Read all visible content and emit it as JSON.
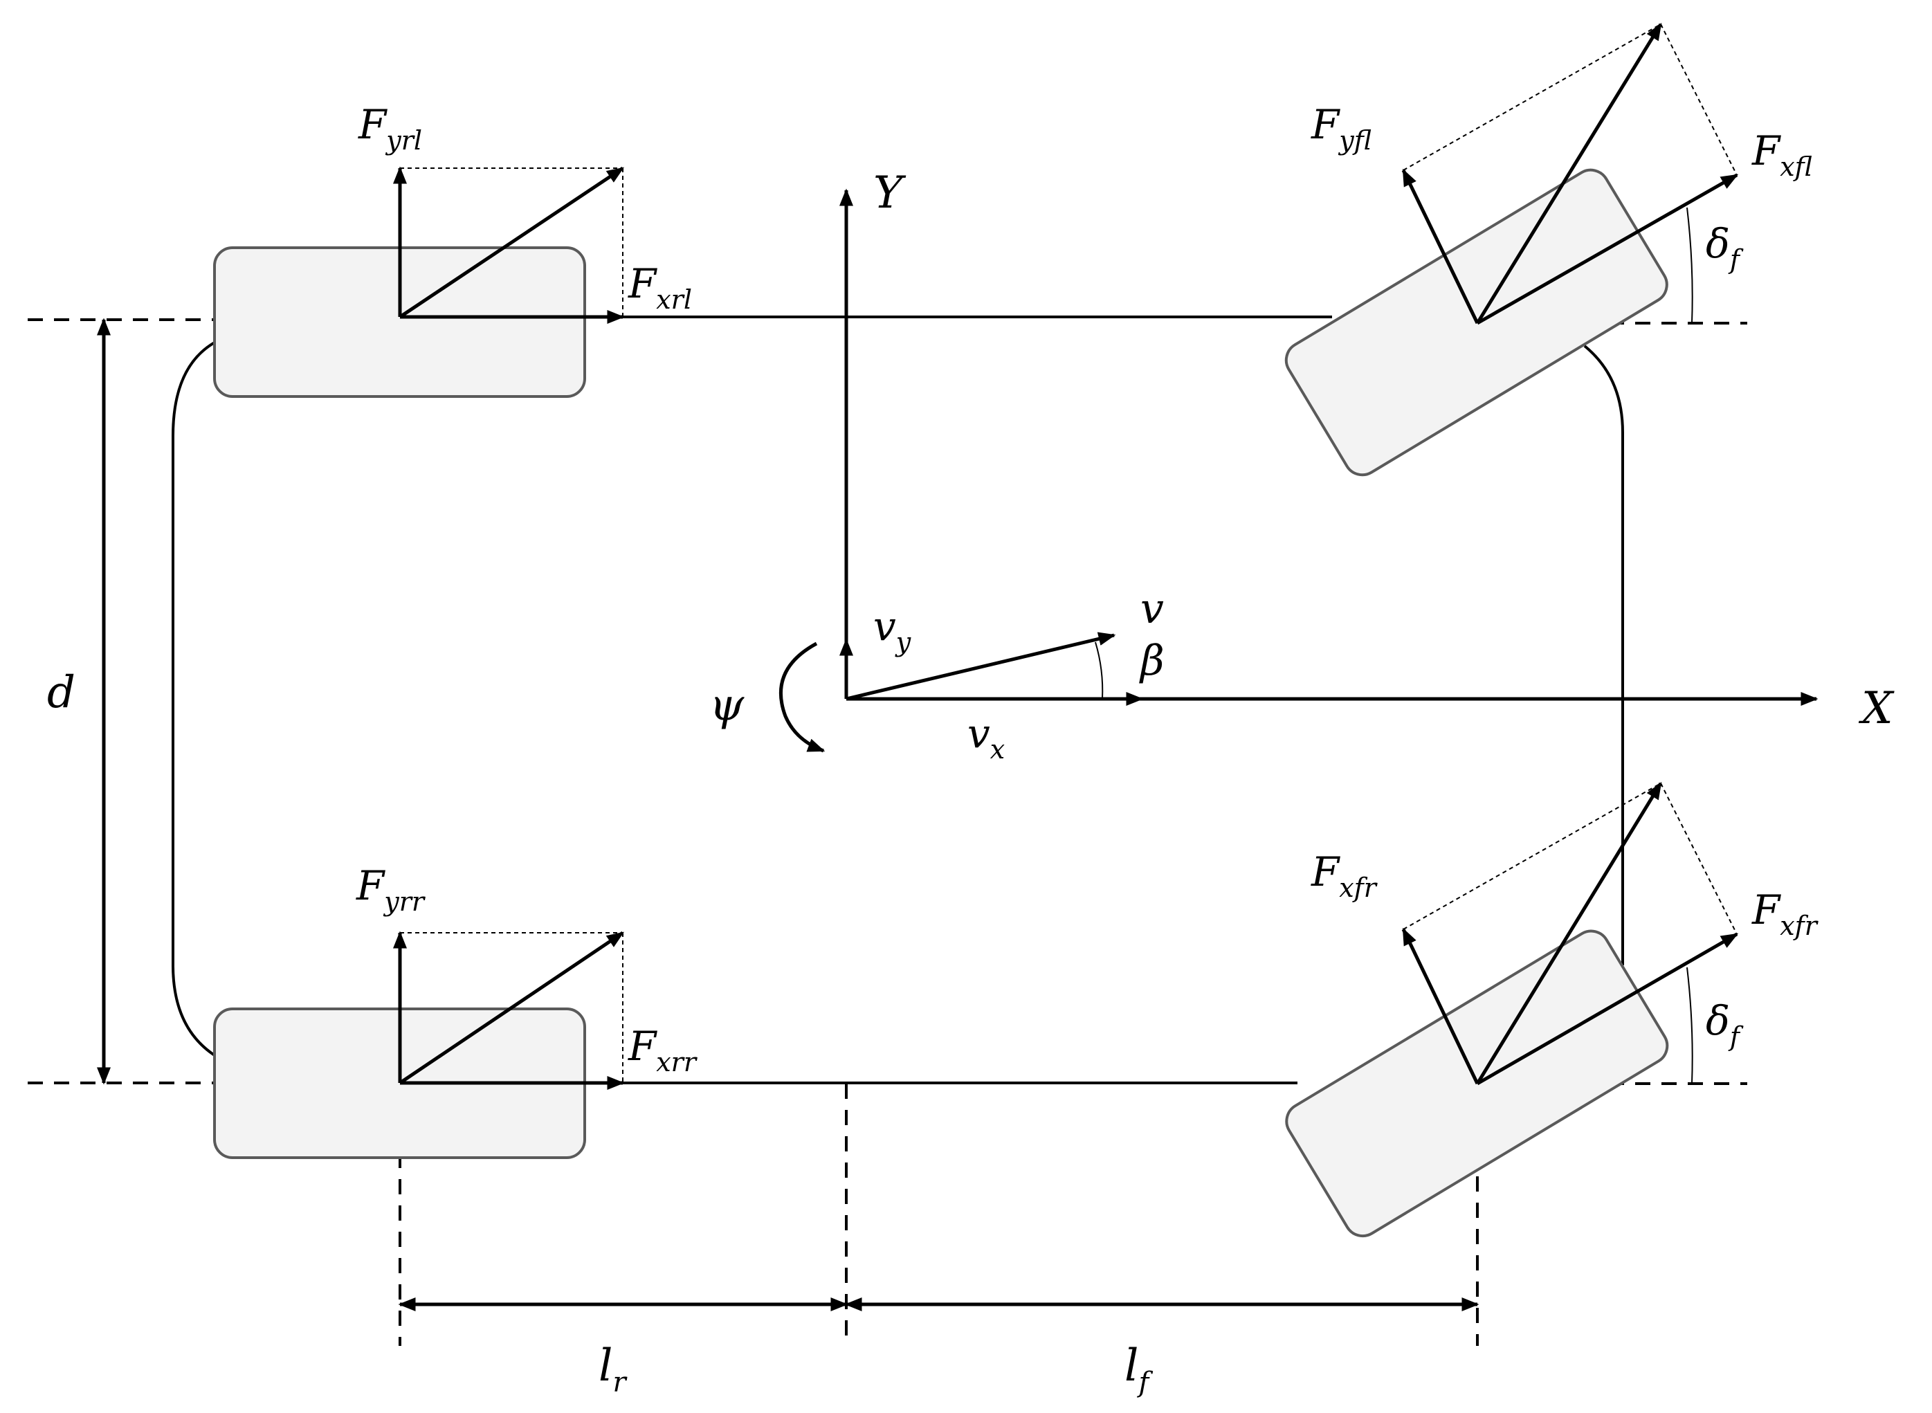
{
  "labels": {
    "F_yrl": {
      "main": "F",
      "sub": "yrl"
    },
    "F_xrl": {
      "main": "F",
      "sub": "xrl"
    },
    "F_yrr": {
      "main": "F",
      "sub": "yrr"
    },
    "F_xrr": {
      "main": "F",
      "sub": "xrr"
    },
    "F_yfl": {
      "main": "F",
      "sub": "yfl"
    },
    "F_xfl": {
      "main": "F",
      "sub": "xfl"
    },
    "F_xfr_left": {
      "main": "F",
      "sub": "xfr"
    },
    "F_xfr_right": {
      "main": "F",
      "sub": "xfr"
    },
    "delta_f_top": {
      "main": "δ",
      "sub": "f"
    },
    "delta_f_bottom": {
      "main": "δ",
      "sub": "f"
    },
    "Y": "Y",
    "X": "X",
    "v": "v",
    "beta": "β",
    "v_y": {
      "main": "v",
      "sub": "y"
    },
    "v_x": {
      "main": "v",
      "sub": "x"
    },
    "psi": "ψ",
    "d": "d",
    "l_r": {
      "main": "l",
      "sub": "r"
    },
    "l_f": {
      "main": "l",
      "sub": "f"
    }
  }
}
